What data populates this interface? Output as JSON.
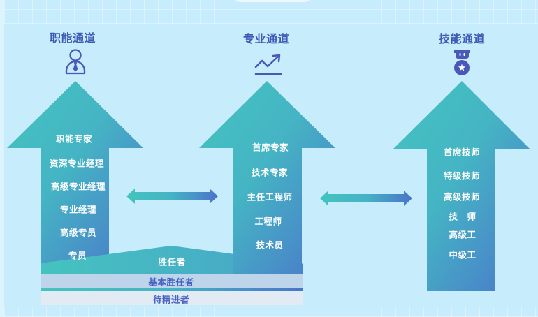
{
  "channels": [
    {
      "title": "职能通道",
      "icon": "person-tie-icon",
      "levels": [
        "职能专家",
        "资深专业经理",
        "高级专业经理",
        "专业经理",
        "高级专员",
        "专员"
      ]
    },
    {
      "title": "专业通道",
      "icon": "trend-up-icon",
      "levels": [
        "首席专家",
        "技术专家",
        "主任工程师",
        "工程师",
        "技术员"
      ]
    },
    {
      "title": "技能通道",
      "icon": "medal-icon",
      "levels": [
        "首席技师",
        "特级技师",
        "高级技师",
        "技　师",
        "高级工",
        "中级工"
      ]
    }
  ],
  "connectors": [
    {
      "icon": "double-arrow-icon",
      "between": [
        "职能通道",
        "专业通道"
      ]
    },
    {
      "icon": "double-arrow-icon",
      "between": [
        "专业通道",
        "技能通道"
      ]
    }
  ],
  "base": {
    "competent": "胜任者",
    "basic_competent": "基本胜任者",
    "to_improve": "待精进者"
  },
  "colors": {
    "background": "#c7edfc",
    "title_text": "#3d5ab6",
    "icon": "#4a58b8",
    "arrow_start": "#43c4bf",
    "arrow_end": "#4a76ca",
    "band_basic": "#bdd4ea",
    "band_improve": "#e2eaf4",
    "band_text": "#4462c2"
  }
}
